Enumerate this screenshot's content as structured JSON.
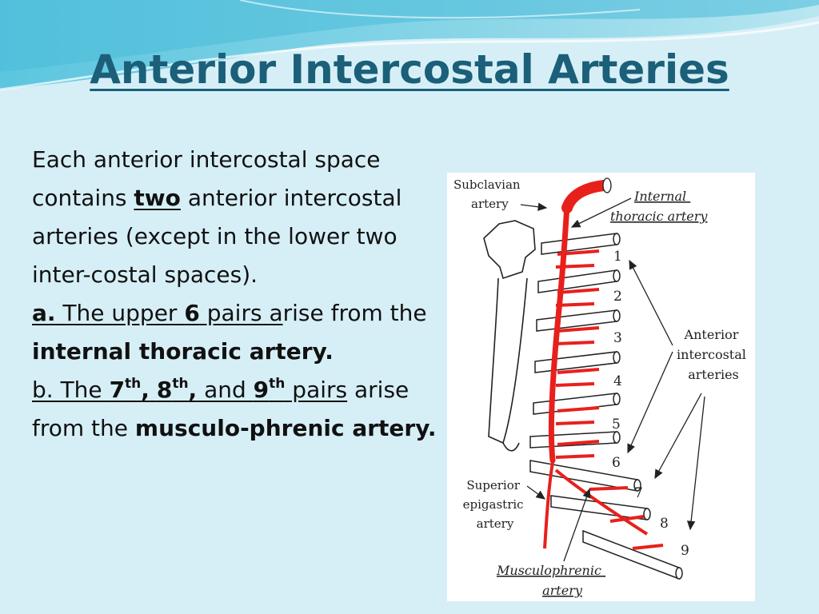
{
  "slide": {
    "title": "Anterior Intercostal Arteries",
    "paragraph": {
      "line1_lead": " Each anterior intercostal space contains ",
      "two": "two",
      "line1_tail": " anterior intercostal arteries (except in the lower two inter-costal spaces).",
      "a_label": "a.",
      "a_pre": " The upper ",
      "a_num": "6",
      "a_mid": " pairs a",
      "a_rest": "rise from the ",
      "a_bold": "internal thoracic artery.",
      "b_pre": "b. The ",
      "b_7": "7",
      "b_8": "8",
      "b_9": "9",
      "th": "th",
      "comma": ",",
      "b_and": " and ",
      "b_pairs": " pairs",
      "b_rest": " arise from the ",
      "b_bold": "musculo-phrenic artery."
    }
  },
  "figure": {
    "labels": {
      "subclavian": [
        "Subclavian",
        "artery"
      ],
      "internal_thoracic": [
        "Internal",
        "thoracic artery"
      ],
      "anterior_intercostal": [
        "Anterior",
        "intercostal",
        "arteries"
      ],
      "superior_epigastric": [
        "Superior",
        "epigastric",
        "artery"
      ],
      "musculophrenic": [
        "Musculophrenic",
        "artery"
      ]
    },
    "rib_numbers": [
      "1",
      "2",
      "3",
      "4",
      "5",
      "6",
      "7",
      "8",
      "9"
    ],
    "colors": {
      "artery": "#e8201c",
      "outline": "#222222",
      "title": "#1b5f79"
    }
  }
}
